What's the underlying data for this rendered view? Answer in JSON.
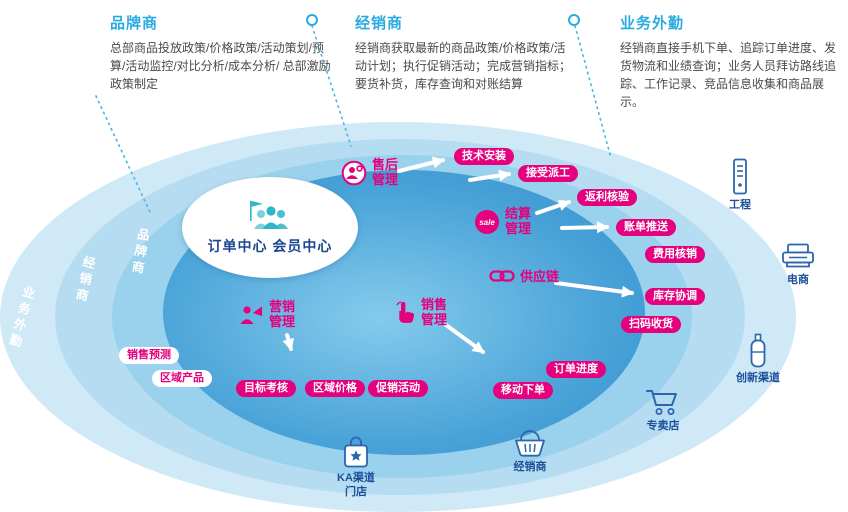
{
  "colors": {
    "accent": "#e5007d",
    "legend_title_blue": "#29abe2",
    "body_text": "#4a4a4a",
    "channel_blue": "#1d4f9b",
    "center_text_navy": "#1c4590",
    "ring_fill_light": "#cfe9f7",
    "ring_fill_deep": "#2f8fcd"
  },
  "legend": [
    {
      "title": "品牌商",
      "body": "总部商品投放政策/价格政策/活动策划/预算/活动监控/对比分析/成本分析/ 总部激励政策制定"
    },
    {
      "title": "经销商",
      "body": "经销商获取最新的商品政策/价格政策/活动计划；执行促销活动；完成营销指标；要货补货，库存查询和对账结算"
    },
    {
      "title": "业务外勤",
      "body": "经销商直接手机下单、追踪订单进度、发货物流和业绩查询；业务人员拜访路线追踪、工作记录、竞品信息收集和商品展示。"
    }
  ],
  "rings": [
    {
      "label": "品牌商"
    },
    {
      "label": "经销商"
    },
    {
      "label": "业务外勤"
    }
  ],
  "center": {
    "title": "订单中心 会员中心"
  },
  "modules": {
    "after_sales": {
      "line1": "售后",
      "line2": "管理"
    },
    "settlement": {
      "line1": "结算",
      "line2": "管理",
      "icon_text": "sale"
    },
    "supply_chain": {
      "label": "供应链"
    },
    "marketing": {
      "line1": "营销",
      "line2": "管理"
    },
    "sales": {
      "line1": "销售",
      "line2": "管理"
    }
  },
  "pills": [
    {
      "label": "技术安装"
    },
    {
      "label": "接受派工"
    },
    {
      "label": "返利核验"
    },
    {
      "label": "账单推送"
    },
    {
      "label": "费用核销"
    },
    {
      "label": "库存协调"
    },
    {
      "label": "扫码收货"
    },
    {
      "label": "订单进度"
    },
    {
      "label": "移动下单"
    },
    {
      "label": "销售预测"
    },
    {
      "label": "区域产品"
    },
    {
      "label": "目标考核"
    },
    {
      "label": "区域价格"
    },
    {
      "label": "促销活动"
    }
  ],
  "channels": [
    {
      "label": "工程"
    },
    {
      "label": "电商"
    },
    {
      "label": "创新渠道"
    },
    {
      "label": "专卖店"
    },
    {
      "label": "经销商"
    },
    {
      "label": "KA渠道",
      "label2": "门店"
    }
  ],
  "icons": {
    "center": "people-with-flag",
    "after_sales": "support-person-gear",
    "settlement": "sale-badge",
    "supply_chain": "chain-links",
    "marketing": "person-megaphone",
    "sales": "click-hand",
    "channels": [
      "server-rack",
      "pos-terminal",
      "bottle",
      "shopping-cart",
      "shopping-basket",
      "shopping-bag"
    ]
  }
}
